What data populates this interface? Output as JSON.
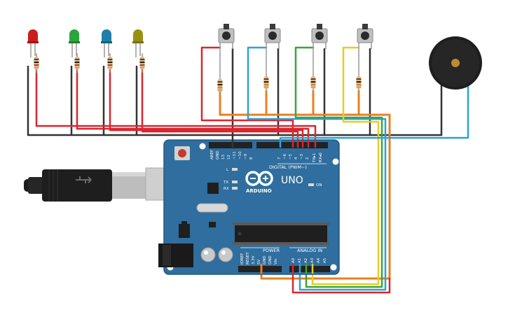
{
  "board": {
    "brand": "ARDUINO",
    "model": "UNO",
    "digital_label": "DIGITAL (PWM~)",
    "power_label": "POWER",
    "analog_label": "ANALOG IN",
    "led_l": "L",
    "led_tx": "TX",
    "led_rx": "RX",
    "led_on": "ON",
    "top_pins": [
      "AREF",
      "GND",
      "13",
      "12",
      "~11",
      "~10",
      "~9",
      "8",
      "7",
      "~6",
      "~5",
      "4",
      "~3",
      "2",
      "TX▸1",
      "RX◂0"
    ],
    "power_pins": [
      "IOREF",
      "RESET",
      "3.3V",
      "5V",
      "GND",
      "GND",
      "Vin"
    ],
    "analog_pins": [
      "A0",
      "A1",
      "A2",
      "A3",
      "A4",
      "A5"
    ]
  },
  "colors": {
    "board": "#2f6e9e",
    "wire_black": "#333333",
    "wire_red": "#d9262e",
    "wire_orange": "#e8801f",
    "wire_blue": "#2aa2d6",
    "wire_green": "#3aa53a",
    "wire_yellow": "#e2cf20",
    "led_red": "#c91d1d",
    "led_green": "#2fa33b",
    "led_blue": "#1f7fa6",
    "led_yellow": "#9a8f12"
  },
  "leds": [
    {
      "color": "red"
    },
    {
      "color": "green"
    },
    {
      "color": "blue"
    },
    {
      "color": "yellow"
    }
  ],
  "buttons_count": 4,
  "icons": [
    "arduino-logo-icon",
    "usb-plug-icon",
    "buzzer-icon",
    "pushbutton-icon",
    "resistor-icon",
    "led-icon"
  ]
}
